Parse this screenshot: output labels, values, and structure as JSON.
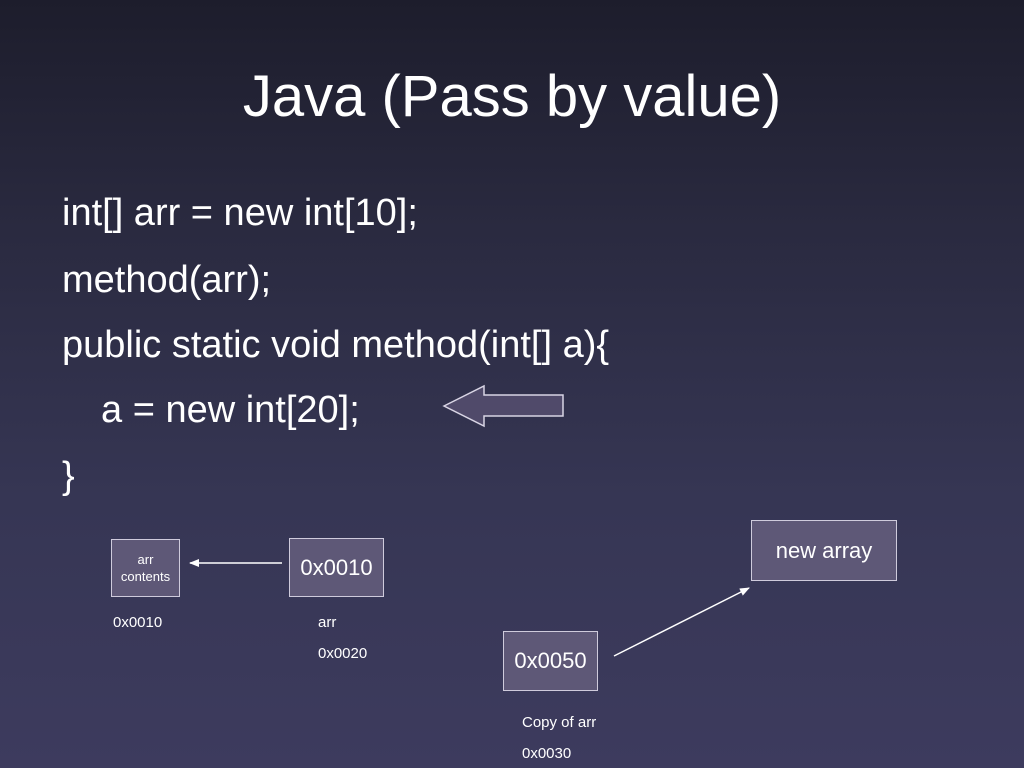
{
  "slide": {
    "title": "Java (Pass by value)"
  },
  "code": {
    "line1": "int[] arr = new int[10];",
    "line2": "method(arr);",
    "line3": "public static void method(int[] a){",
    "line4": "a = new int[20];",
    "line5": "}"
  },
  "diagram": {
    "arr_contents_box": "arr contents",
    "arr_contents_address": "0x0010",
    "arr_box_value": "0x0010",
    "arr_label": "arr",
    "arr_address": "0x0020",
    "copy_box_value": "0x0050",
    "copy_label": "Copy of arr",
    "copy_address": "0x0030",
    "new_array_box": "new array"
  },
  "colors": {
    "background_top": "#1d1d2c",
    "background_bottom": "#3d3b5e",
    "box_fill": "#5e5877",
    "box_border": "#cfcbdc",
    "text": "#ffffff"
  },
  "icons": {
    "pointer_arrow": "left-block-arrow-icon",
    "reference_arrow": "arrow-icon"
  }
}
